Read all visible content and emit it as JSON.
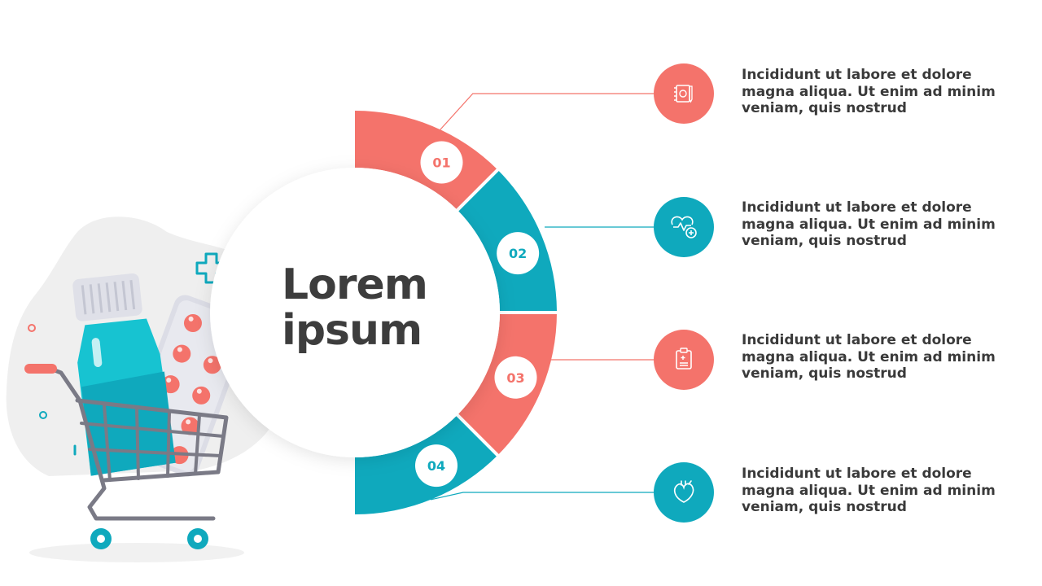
{
  "title": {
    "line1": "Lorem",
    "line2": "ipsum"
  },
  "colors": {
    "coral": "#f4736b",
    "teal": "#0fa9bd",
    "text": "#3a3a3a",
    "blob": "#efefef",
    "cart": "#7a7a86"
  },
  "segments": [
    {
      "number": "01",
      "color": "coral",
      "icon": "notebook-icon",
      "text": "Incididunt ut labore et dolore magna aliqua. Ut enim ad minim veniam, quis nostrud"
    },
    {
      "number": "02",
      "color": "teal",
      "icon": "health-insurance-icon",
      "text": "Incididunt ut labore et dolore magna aliqua. Ut enim ad minim veniam, quis nostrud"
    },
    {
      "number": "03",
      "color": "coral",
      "icon": "medical-report-icon",
      "text": "Incididunt ut labore et dolore magna aliqua. Ut enim ad minim veniam, quis nostrud"
    },
    {
      "number": "04",
      "color": "teal",
      "icon": "heart-organ-icon",
      "text": "Incididunt ut labore et dolore magna aliqua. Ut enim ad minim veniam, quis nostrud"
    }
  ],
  "illustration": {
    "subject": "shopping-cart-with-medicine-bottle-and-pills",
    "icons": [
      "medical-cross-icon",
      "shopping-cart-icon",
      "medicine-bottle-icon",
      "pill-blister-icon"
    ]
  }
}
